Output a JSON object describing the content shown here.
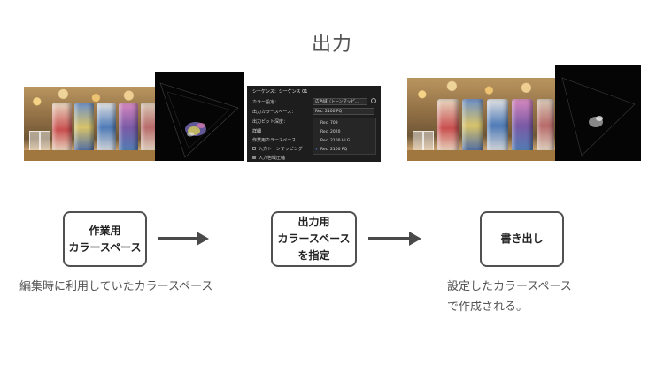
{
  "title": "出力",
  "settings_panel": {
    "section_sequence": "シーケンス：シーケンス 01",
    "color_setting_label": "カラー設定：",
    "color_setting_value": "広色域（トーンマッピ...",
    "output_colorspace_label": "出力カラースペース：",
    "output_colorspace_value": "Rec. 2100 PQ",
    "output_bit_depth_label": "出力ビット深度：",
    "detail_section": "詳細",
    "working_colorspace_label": "作業用カラースペース：",
    "input_tonemapping_label": "入力トーンマッピング",
    "input_extended_label": "入力色域圧縮",
    "menu_options": [
      "Rec. 709",
      "Rec. 2020",
      "Rec. 2100 HLG",
      "Rec. 2100 PQ"
    ],
    "menu_checked_index": 3
  },
  "flow": {
    "box1_lines": [
      "作業用",
      "カラースペース"
    ],
    "box2_lines": [
      "出力用",
      "カラースペース",
      "を指定"
    ],
    "box3_lines": [
      "書き出し"
    ]
  },
  "captions": {
    "left": "編集時に利用していたカラースペース",
    "right_lines": [
      "設定したカラースペース",
      "で作成される。"
    ]
  },
  "colors": {
    "box_border": "#505050",
    "arrow": "#4a4a4a",
    "panel_bg": "#1d1d1d"
  }
}
